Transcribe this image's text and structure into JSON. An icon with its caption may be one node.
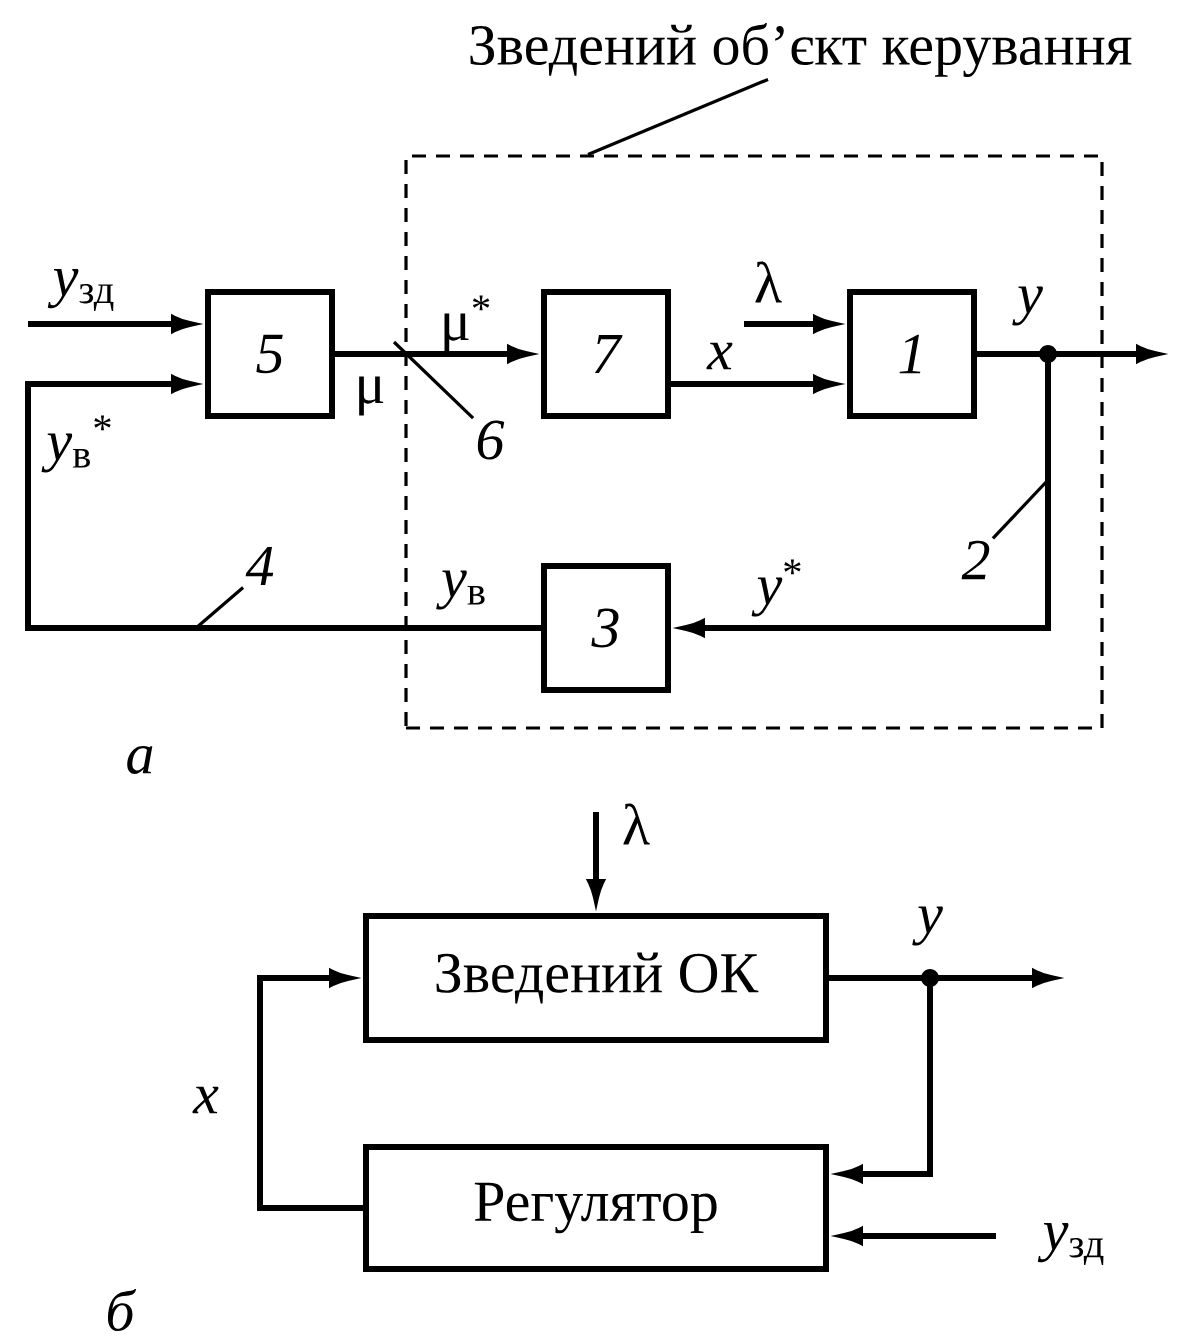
{
  "diagram": {
    "nodes": [
      {
        "text": [
          "Зведений об’єкт керування"
        ]
      },
      {
        "text": [],
        "shape": "box"
      },
      {
        "text": [
          "5"
        ]
      },
      {
        "text": [
          "7"
        ],
        "in": 1
      },
      {
        "text": [
          "1"
        ],
        "in": 1
      },
      {
        "text": [
          "3"
        ],
        "in": 1
      },
      {
        "text": [
          "6"
        ],
        "in": 1
      },
      {
        "text": [
          "2"
        ],
        "in": 1
      },
      {
        "text": [
          "4"
        ]
      },
      {
        "text": [
          "Зведений ОК"
        ]
      },
      {
        "text": [
          "Регулятор"
        ]
      }
    ],
    "edges": [
      {
        "from": 0,
        "to": 1,
        "arrow": "none"
      },
      {
        "from": null,
        "to": 2,
        "arrow": "to"
      },
      {
        "from": 2,
        "to": 3,
        "arrow": "to"
      },
      {
        "from": null,
        "to": 4,
        "arrow": "to"
      },
      {
        "from": 3,
        "to": 4,
        "arrow": "to"
      },
      {
        "from": 4,
        "to": null,
        "arrow": "to"
      },
      {
        "from": 4,
        "to": 5,
        "arrow": "to"
      },
      {
        "from": 5,
        "to": 2,
        "arrow": "to"
      },
      {
        "from": 6,
        "to": null,
        "arrow": "none"
      },
      {
        "from": 7,
        "to": null,
        "arrow": "none"
      },
      {
        "from": 8,
        "to": null,
        "arrow": "none"
      },
      {
        "from": null,
        "to": 9,
        "arrow": "to"
      },
      {
        "from": 9,
        "to": null,
        "arrow": "to"
      },
      {
        "from": 9,
        "to": 10,
        "arrow": "to"
      },
      {
        "from": null,
        "to": 10,
        "arrow": "to"
      },
      {
        "from": 10,
        "to": 9,
        "arrow": "to"
      }
    ],
    "labels": [
      "*y*$_{зд}$",
      "*y*$_{в}$$^{*}$",
      "μ",
      "μ$^{*}$",
      "x",
      "λ",
      "y",
      "*y*$_{в}$",
      "*y*$^{*}$",
      "а",
      "λ",
      "y",
      "x",
      "*y*$_{зд}$",
      "б"
    ]
  }
}
